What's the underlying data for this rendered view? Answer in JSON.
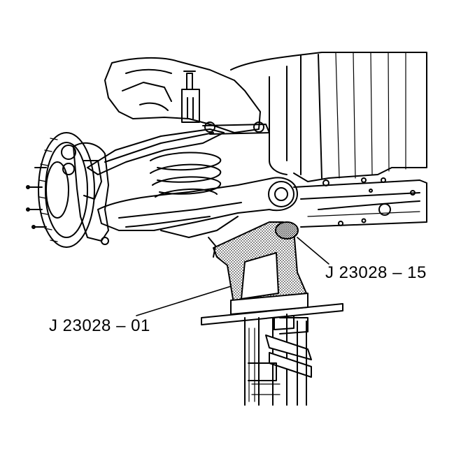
{
  "figure": {
    "callouts": [
      {
        "id": "j-23028-15",
        "text": "J 23028 – 15"
      },
      {
        "id": "j-23028-01",
        "text": "J 23028 – 01"
      }
    ]
  },
  "colors": {
    "line": "#000000",
    "background": "#ffffff",
    "stipple": "#000000"
  }
}
